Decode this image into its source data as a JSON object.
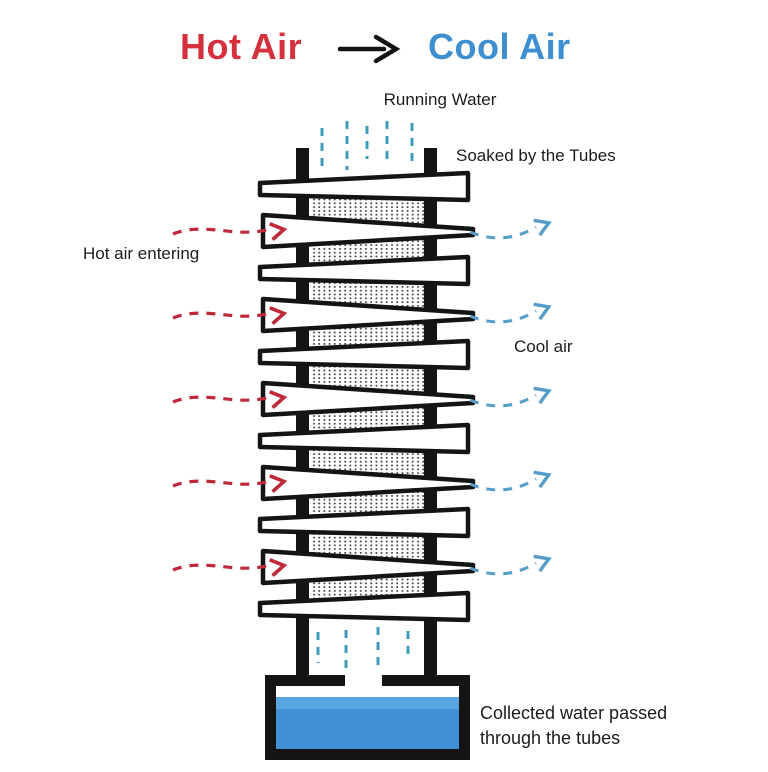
{
  "header": {
    "hot_label": "Hot Air",
    "cool_label": "Cool Air"
  },
  "annotations": {
    "running_water": "Running Water",
    "soaked_by_tubes": "Soaked by the Tubes",
    "hot_air_entering": "Hot air entering",
    "cool_air": "Cool air",
    "collected_water_line1": "Collected water passed",
    "collected_water_line2": "through the tubes"
  },
  "colors": {
    "outline": "#141414",
    "title_red": "#d4313d",
    "title_blue": "#3d8fd0",
    "hot_arrow_red": "#bf2a3a",
    "cool_arrow_blue": "#559dc8",
    "drip_teal": "#3f9cb8",
    "water_light": "#57a6e1",
    "water_main": "#3f90d5",
    "dot_gray": "#3c3c3c",
    "tube_fill": "#ffffff"
  }
}
